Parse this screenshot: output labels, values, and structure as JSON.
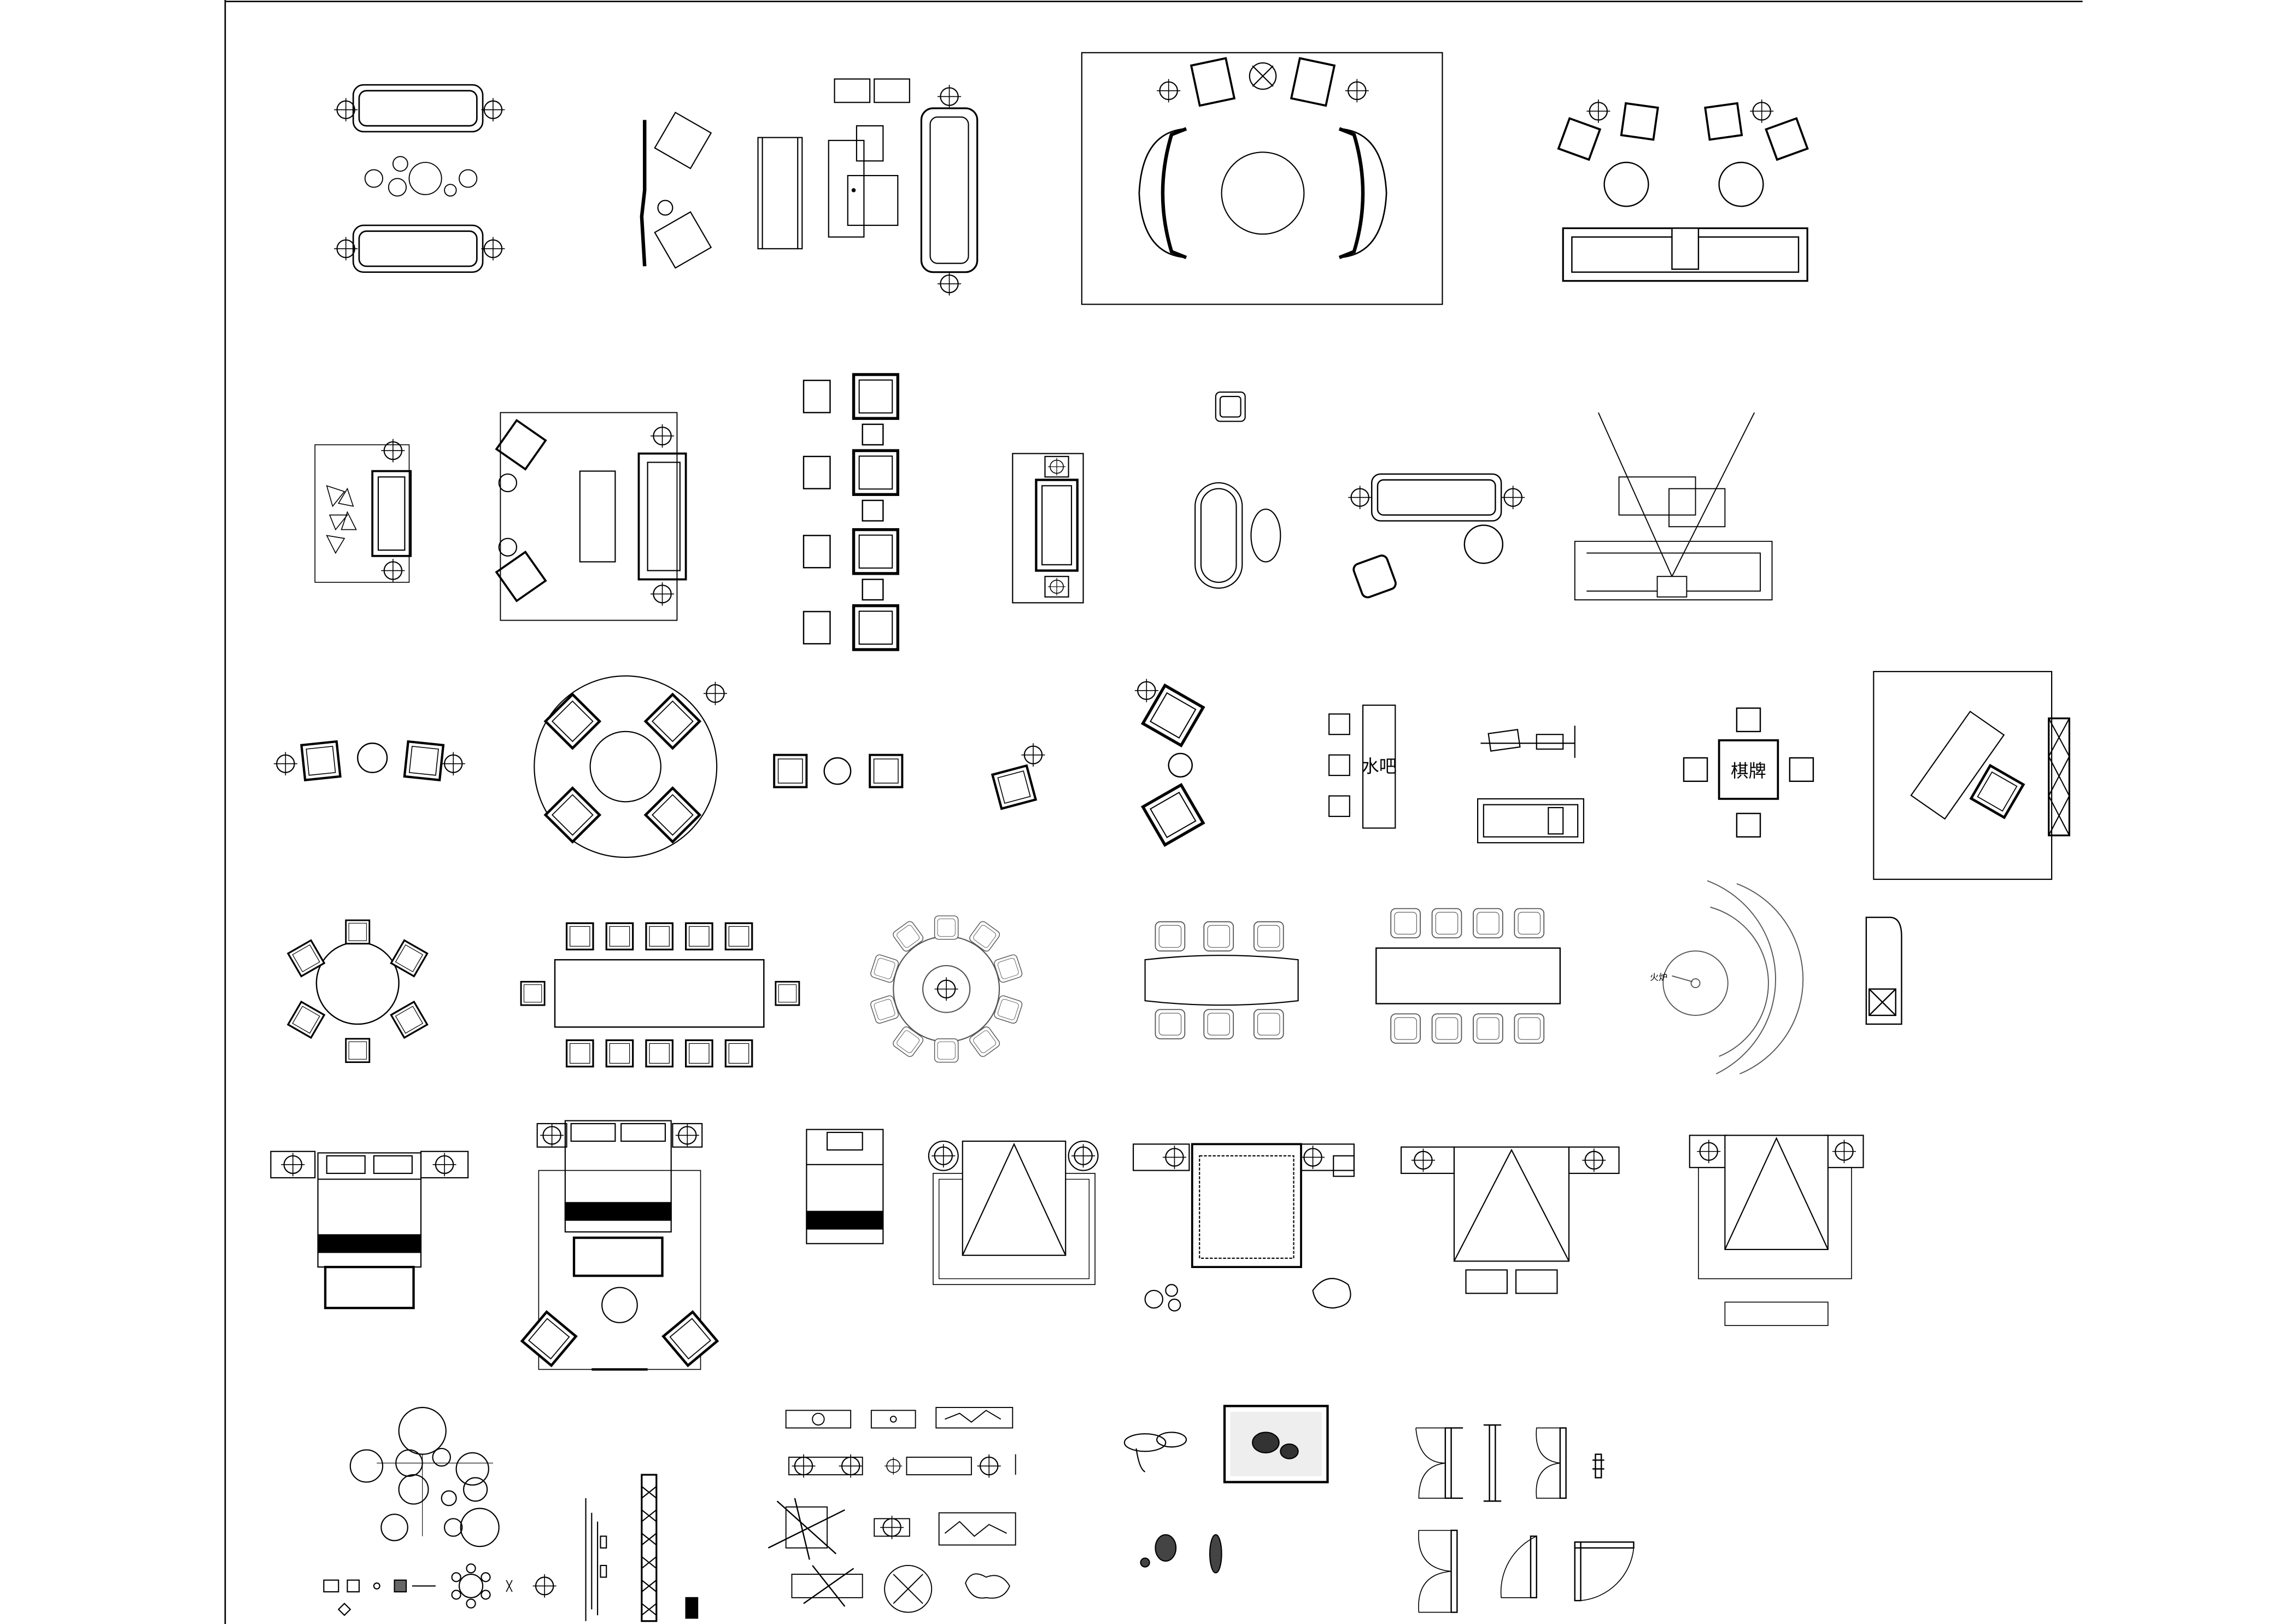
{
  "labels": {
    "water_bar": "水吧",
    "chess_cards": "棋牌",
    "fireplace": "火炉"
  }
}
